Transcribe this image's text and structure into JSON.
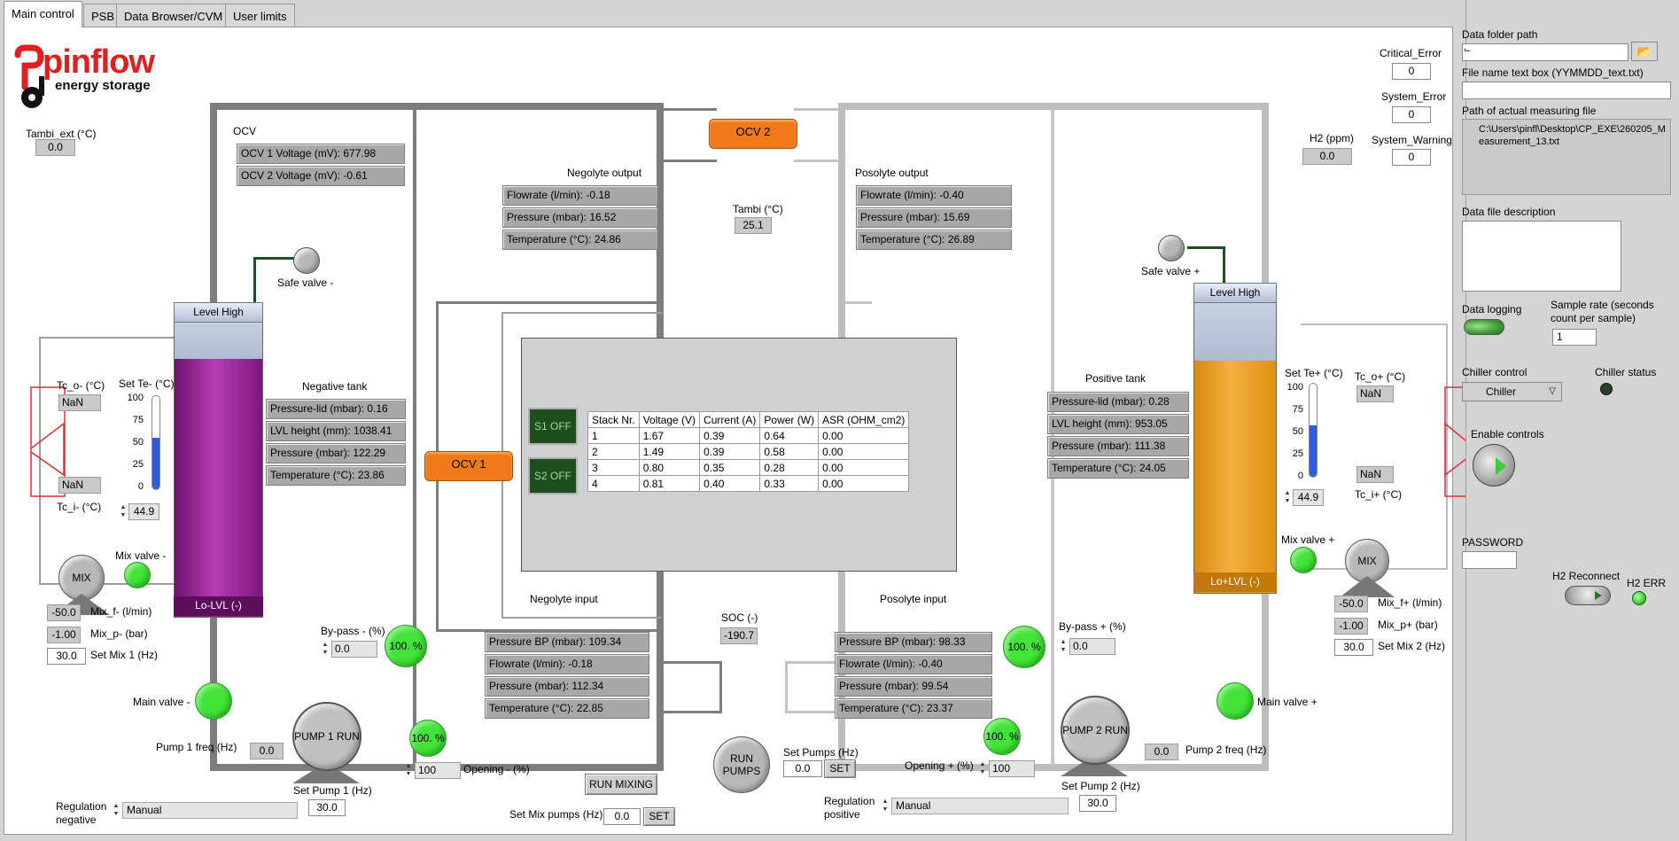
{
  "tabs": [
    "Main control",
    "PSB",
    "Data Browser/CVM",
    "User limits"
  ],
  "logo": {
    "name": "pinflow",
    "sub": "energy storage"
  },
  "errors": {
    "critical_label": "Critical_Error",
    "critical_value": "0",
    "system_label": "System_Error",
    "system_value": "0",
    "warning_label": "System_Warning",
    "warning_value": "0"
  },
  "h2": {
    "label": "H2 (ppm)",
    "value": "0.0"
  },
  "tambi_ext": {
    "label": "Tambi_ext (°C)",
    "value": "0.0"
  },
  "tambi": {
    "label": "Tambi (°C)",
    "value": "25.1"
  },
  "ocv": {
    "title": "OCV",
    "v1": "OCV 1 Voltage (mV): 677.98",
    "v2": "OCV 2 Voltage (mV): -0.61",
    "ocv1_btn": "OCV 1",
    "ocv2_btn": "OCV 2"
  },
  "negolyte_output": {
    "title": "Negolyte output",
    "flow": "Flowrate (l/min): -0.18",
    "pressure": "Pressure (mbar): 16.52",
    "temp": "Temperature (°C): 24.86"
  },
  "posolyte_output": {
    "title": "Posolyte output",
    "flow": "Flowrate (l/min): -0.40",
    "pressure": "Pressure (mbar): 15.69",
    "temp": "Temperature (°C): 26.89"
  },
  "negative_tank": {
    "title": "Negative tank",
    "plid": "Pressure-lid (mbar): 0.16",
    "lvl": "LVL height (mm): 1038.41",
    "pressure": "Pressure (mbar): 122.29",
    "temp": "Temperature (°C): 23.86",
    "level_high": "Level High",
    "level_low": "Lo-LVL (-)"
  },
  "positive_tank": {
    "title": "Positive tank",
    "plid": "Pressure-lid (mbar): 0.28",
    "lvl": "LVL height (mm): 953.05",
    "pressure": "Pressure (mbar): 111.38",
    "temp": "Temperature (°C): 24.05",
    "level_high": "Level High",
    "level_low": "Lo+LVL (-)"
  },
  "safe_valve_neg": "Safe valve -",
  "safe_valve_pos": "Safe valve +",
  "neg_side": {
    "tc_o_label": "Tc_o- (°C)",
    "tc_o_value": "NaN",
    "tc_i_label": "Tc_i- (°C)",
    "tc_i_value": "NaN",
    "set_te_label": "Set Te- (°C)",
    "set_te_value": "44.9",
    "scale": [
      "100",
      "75",
      "50",
      "25",
      "0"
    ],
    "mix_valve": "Mix valve -",
    "mix_label": "MIX",
    "mix_f_value": "-50.0",
    "mix_f_label": "Mix_f- (l/min)",
    "mix_p_value": "-1.00",
    "mix_p_label": "Mix_p- (bar)",
    "set_mix_value": "30.0",
    "set_mix_label": "Set Mix 1 (Hz)",
    "bypass_label": "By-pass - (%)",
    "bypass_value": "0.0",
    "bypass_circle": "100. %",
    "main_valve": "Main valve -",
    "pump_freq_label": "Pump 1 freq (Hz)",
    "pump_freq_value": "0.0",
    "pump_label": "PUMP 1 RUN",
    "set_pump_label": "Set Pump 1 (Hz)",
    "set_pump_value": "30.0",
    "opening_circle": "100. %",
    "opening_value": "100",
    "opening_label": "Opening - (%)",
    "regulation_label": "Regulation negative",
    "regulation_value": "Manual"
  },
  "pos_side": {
    "tc_o_label": "Tc_o+ (°C)",
    "tc_o_value": "NaN",
    "tc_i_label": "Tc_i+ (°C)",
    "tc_i_value": "NaN",
    "set_te_label": "Set Te+ (°C)",
    "set_te_value": "44.9",
    "scale": [
      "100",
      "75",
      "50",
      "25",
      "0"
    ],
    "mix_valve": "Mix valve +",
    "mix_label": "MIX",
    "mix_f_value": "-50.0",
    "mix_f_label": "Mix_f+ (l/min)",
    "mix_p_value": "-1.00",
    "mix_p_label": "Mix_p+ (bar)",
    "set_mix_value": "30.0",
    "set_mix_label": "Set Mix 2 (Hz)",
    "bypass_label": "By-pass + (%)",
    "bypass_value": "0.0",
    "bypass_circle": "100. %",
    "main_valve": "Main valve +",
    "pump_freq_label": "Pump 2 freq (Hz)",
    "pump_freq_value": "0.0",
    "pump_label": "PUMP 2 RUN",
    "set_pump_label": "Set Pump 2 (Hz)",
    "set_pump_value": "30.0",
    "opening_circle": "100. %",
    "opening_value": "100",
    "opening_label": "Opening + (%)",
    "regulation_label": "Regulation positive",
    "regulation_value": "Manual"
  },
  "stack": {
    "s1": "S1 OFF",
    "s2": "S2 OFF",
    "headers": [
      "Stack Nr.",
      "Voltage (V)",
      "Current (A)",
      "Power (W)",
      "ASR (OHM_cm2)"
    ],
    "rows": [
      [
        "1",
        "1.67",
        "0.39",
        "0.64",
        "0.00"
      ],
      [
        "2",
        "1.49",
        "0.39",
        "0.58",
        "0.00"
      ],
      [
        "3",
        "0.80",
        "0.35",
        "0.28",
        "0.00"
      ],
      [
        "4",
        "0.81",
        "0.40",
        "0.33",
        "0.00"
      ]
    ]
  },
  "negolyte_input": {
    "title": "Negolyte input",
    "pbp": "Pressure BP (mbar): 109.34",
    "flow": "Flowrate (l/min): -0.18",
    "pressure": "Pressure (mbar): 112.34",
    "temp": "Temperature (°C): 22.85"
  },
  "posolyte_input": {
    "title": "Posolyte input",
    "pbp": "Pressure BP (mbar): 98.33",
    "flow": "Flowrate (l/min): -0.40",
    "pressure": "Pressure (mbar): 99.54",
    "temp": "Temperature (°C): 23.37"
  },
  "soc": {
    "label": "SOC (-)",
    "value": "-190.7"
  },
  "run_pumps": "RUN PUMPS",
  "set_pumps": {
    "label": "Set Pumps (Hz)",
    "value": "0.0",
    "btn": "SET"
  },
  "run_mixing": "RUN MIXING",
  "set_mix_pumps": {
    "label": "Set Mix pumps (Hz)",
    "value": "0.0",
    "btn": "SET"
  },
  "sidebar": {
    "data_folder_label": "Data folder path",
    "data_folder_value": "",
    "file_name_label": "File name text box (YYMMDD_text.txt)",
    "file_name_value": "",
    "actual_path_label": "Path of actual measuring file",
    "actual_path_value": "C:\\Users\\pinfl\\Desktop\\CP_EXE\\260205_Measurement_13.txt",
    "description_label": "Data file description",
    "data_logging_label": "Data logging",
    "sample_rate_label": "Sample rate (seconds count per sample)",
    "sample_rate_value": "1",
    "chiller_control_label": "Chiller control",
    "chiller_value": "Chiller",
    "chiller_status_label": "Chiller status",
    "enable_controls_label": "Enable controls",
    "password_label": "PASSWORD",
    "h2_reconnect_label": "H2 Reconnect",
    "h2_err_label": "H2 ERR"
  }
}
